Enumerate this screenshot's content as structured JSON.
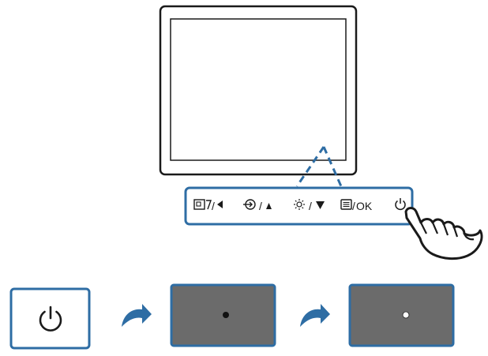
{
  "colors": {
    "outline": "#1a1a1a",
    "accent_blue": "#2e6da4",
    "led_panel": "#6b6b6b",
    "background": "#ffffff"
  },
  "button_bar": {
    "buttons": [
      {
        "id": "menu-left",
        "icons": [
          "picture-mode-icon",
          "triangle-left-icon"
        ],
        "separator": "/",
        "text": ""
      },
      {
        "id": "input-up",
        "icons": [
          "input-source-icon",
          "triangle-up-icon"
        ],
        "separator": "/",
        "text": ""
      },
      {
        "id": "brightness-down",
        "icons": [
          "brightness-icon",
          "triangle-down-icon"
        ],
        "separator": "/",
        "text": ""
      },
      {
        "id": "menu-ok",
        "icons": [
          "menu-icon"
        ],
        "separator": "/",
        "text": "OK"
      },
      {
        "id": "power",
        "icons": [
          "power-icon"
        ],
        "separator": "",
        "text": ""
      }
    ]
  },
  "sequence": [
    {
      "step": "press-power",
      "icon": "power-icon"
    },
    {
      "step": "indicator-off",
      "led_color": "#111111"
    },
    {
      "step": "indicator-on",
      "led_color": "#ffffff"
    }
  ]
}
